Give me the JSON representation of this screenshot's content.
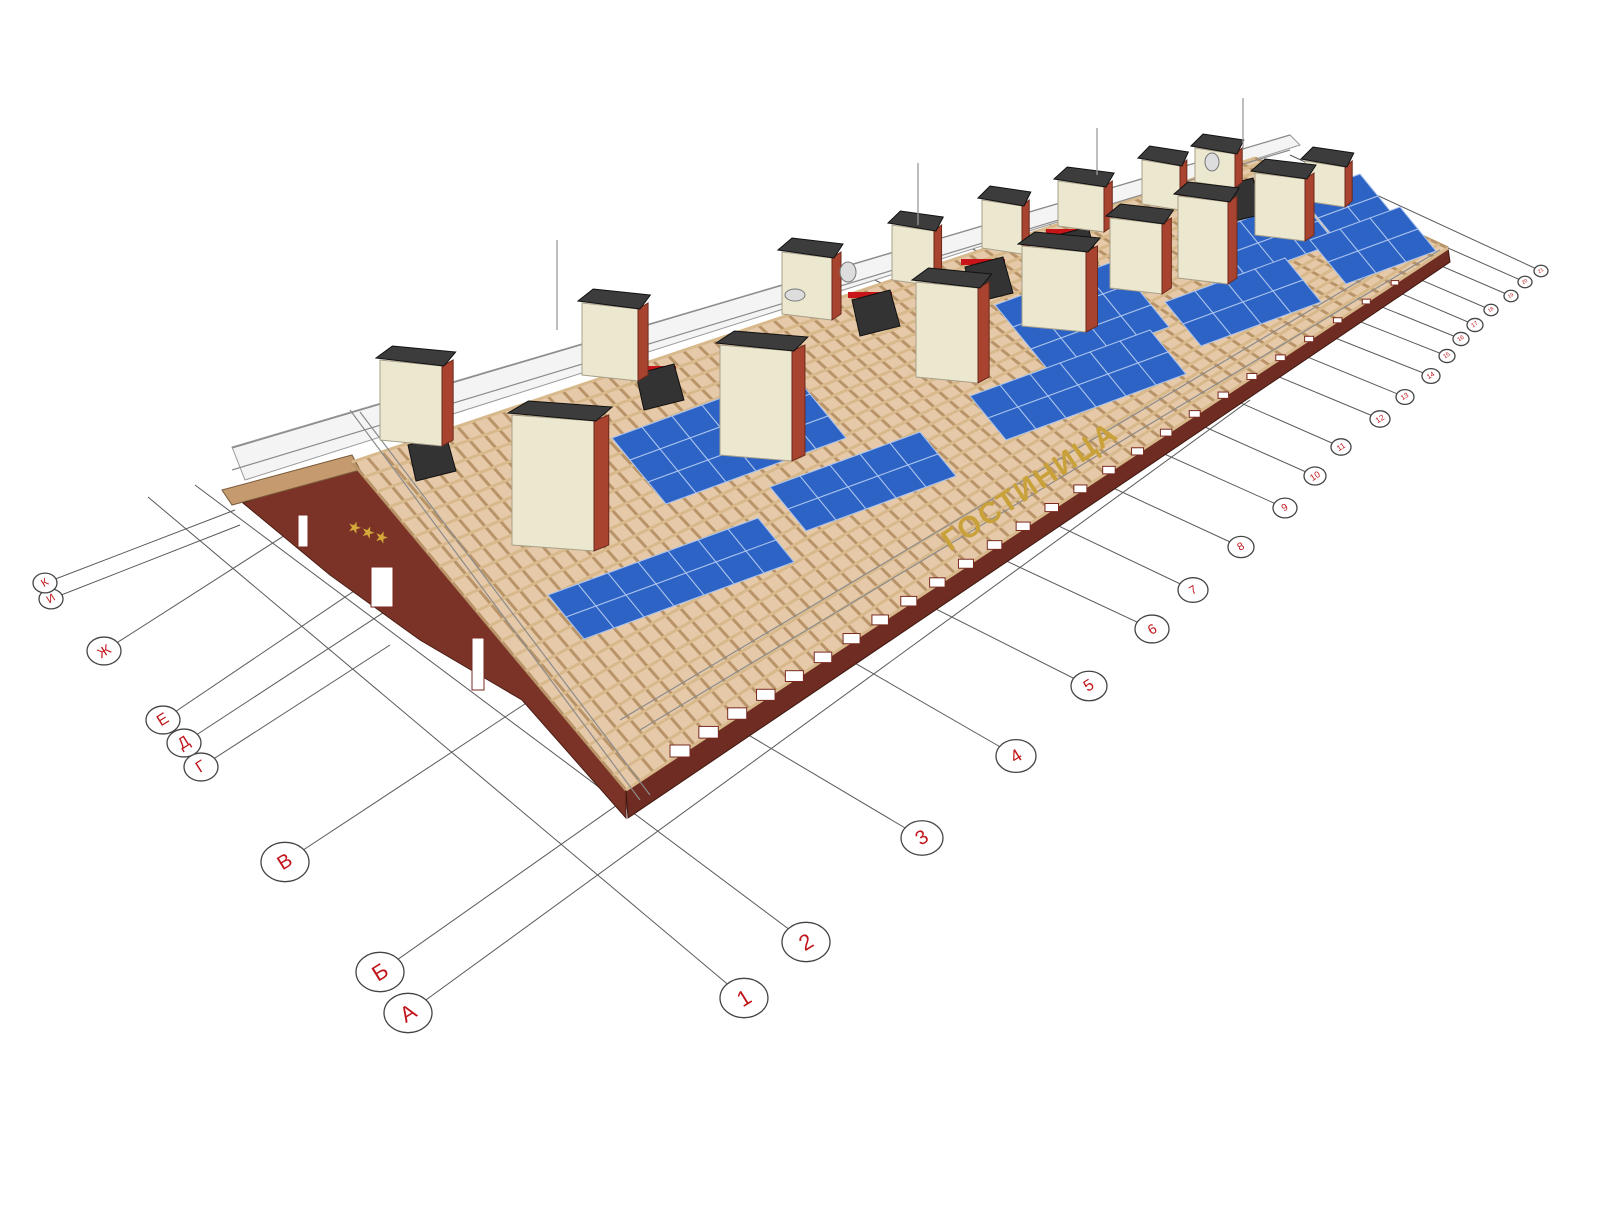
{
  "grid_axes": {
    "letters": [
      "А",
      "Б",
      "В",
      "Г",
      "Д",
      "Е",
      "Ж",
      "И",
      "К"
    ],
    "numbers": [
      "1",
      "2",
      "3",
      "4",
      "5",
      "6",
      "7",
      "8",
      "9",
      "10",
      "11",
      "12",
      "13",
      "14",
      "15",
      "16",
      "17",
      "18",
      "19",
      "20",
      "21"
    ]
  },
  "building": {
    "sign_text": "ГОСТИНИЦА",
    "stars": "★★★"
  },
  "colors": {
    "grid_label": "#c0161c",
    "solar_panel": "#2d63c4",
    "brick": "#7a3326",
    "timber": "#d8b98c",
    "chimney": "#ece7cf"
  }
}
